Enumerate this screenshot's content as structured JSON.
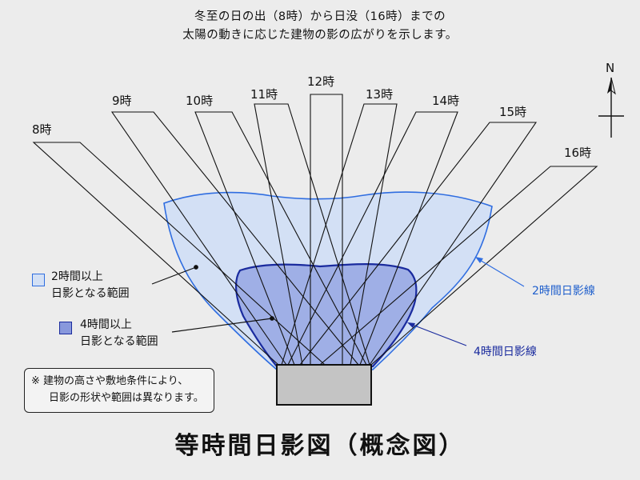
{
  "intro": [
    "冬至の日の出（8時）から日没（16時）までの",
    "太陽の動きに応じた建物の影の広がりを示します。"
  ],
  "compass": {
    "north_label": "N"
  },
  "hours": [
    "8時",
    "9時",
    "10時",
    "11時",
    "12時",
    "13時",
    "14時",
    "15時",
    "16時"
  ],
  "legend": {
    "two_hours": {
      "line1": "2時間以上",
      "line2": "日影となる範囲"
    },
    "four_hours": {
      "line1": "4時間以上",
      "line2": "日影となる範囲"
    }
  },
  "contour_labels": {
    "two_hours": "2時間日影線",
    "four_hours": "4時間日影線"
  },
  "note": {
    "line1": "※ 建物の高さや敷地条件により、",
    "line2": "日影の形状や範囲は異なります。"
  },
  "title": "等時間日影図（概念図）",
  "colors": {
    "background": "#ececec",
    "two_hour_fill": "#d3e0f5",
    "two_hour_line": "#2f6de0",
    "four_hour_fill": "#9fafe6",
    "four_hour_line": "#1a2b9e",
    "building": "#c4c4c4"
  }
}
